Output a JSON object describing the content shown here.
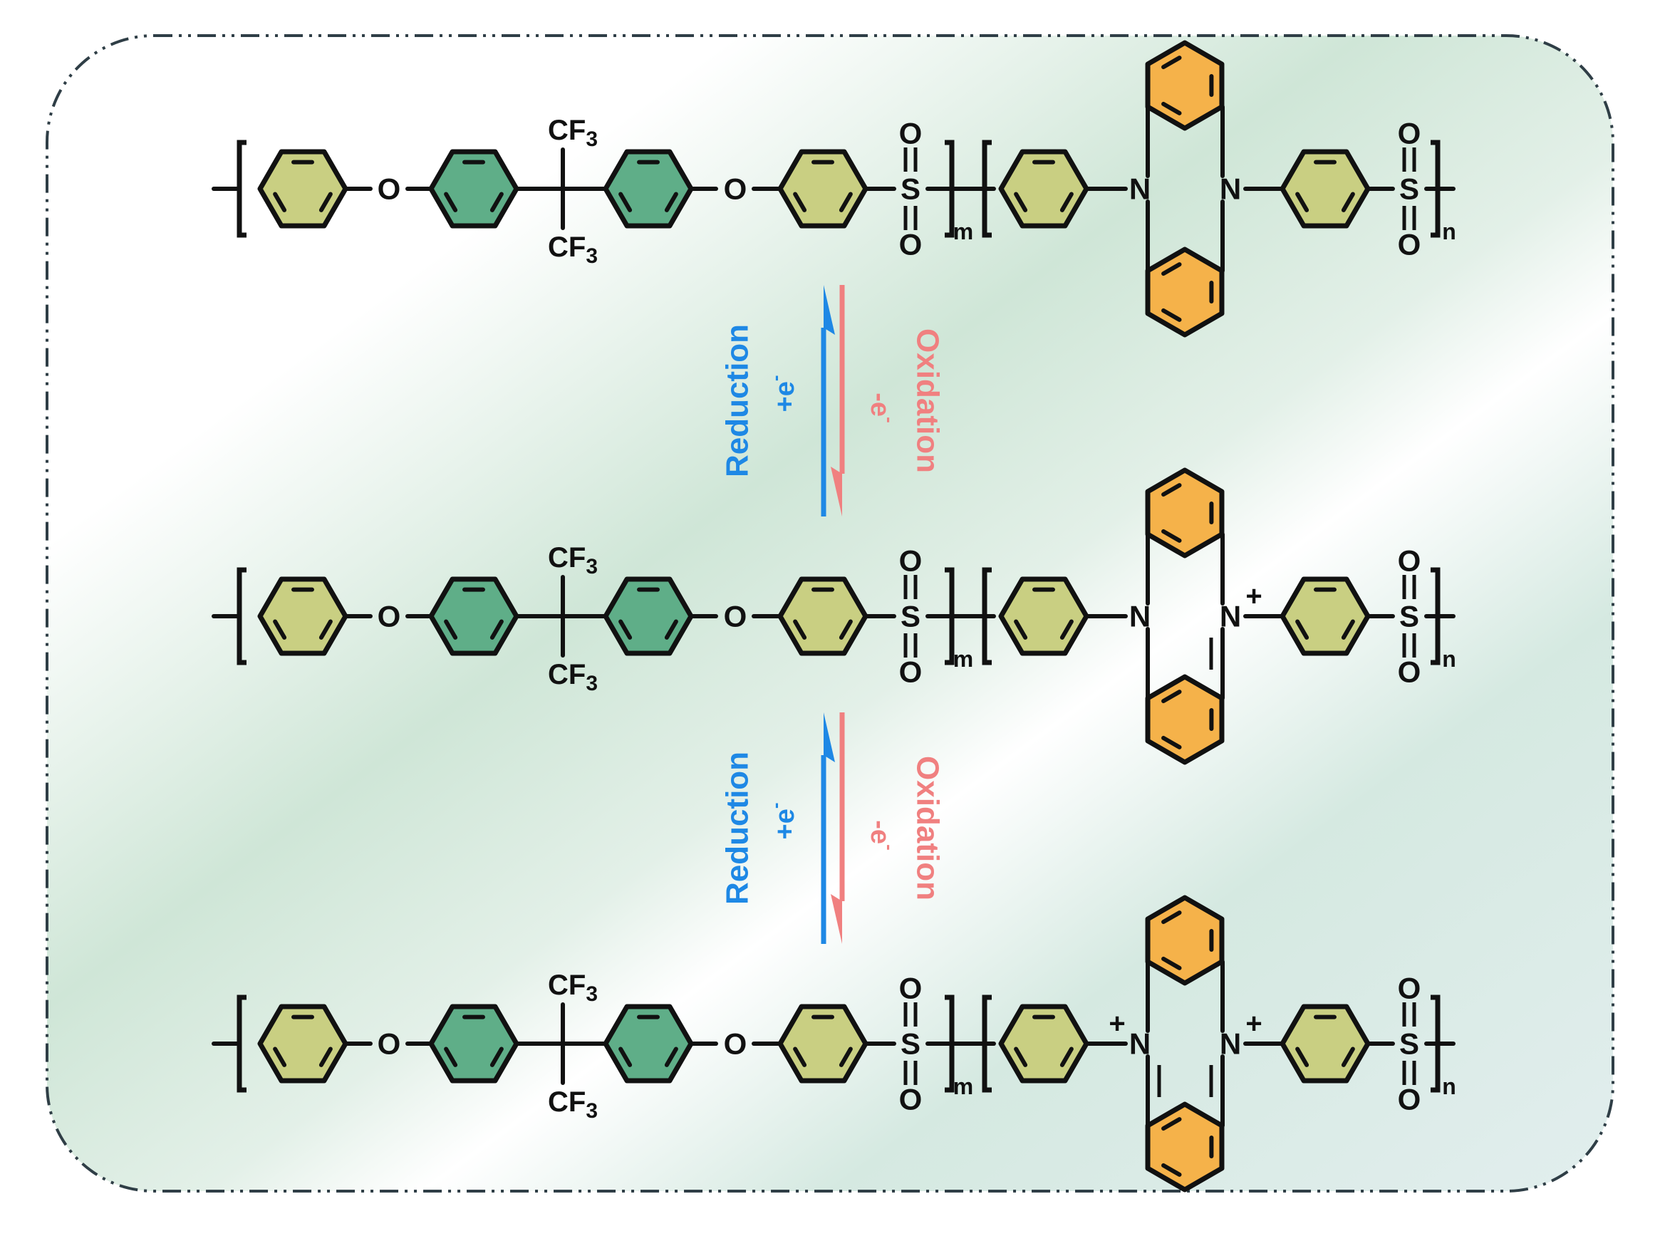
{
  "colors": {
    "ring_olive": "#c9cf82",
    "ring_green": "#5fae88",
    "ring_orange": "#f5b24a",
    "reduction": "#1e88e5",
    "oxidation": "#f08080",
    "frame": "#2f3e46",
    "background_tint": "#d8ebe0"
  },
  "atoms": {
    "ether_oxygen": "O",
    "sulfone_sulfur": "S",
    "sulfone_oxygen": "O",
    "nitrogen": "N",
    "cf3_main": "CF",
    "cf3_subscript": "3",
    "block_m": "m",
    "block_n": "n",
    "cation_charge": "+"
  },
  "structures": [
    {
      "state": "neutral",
      "charge_left_n": "",
      "charge_right_n": ""
    },
    {
      "state": "radical cation",
      "charge_left_n": "",
      "charge_right_n": "+"
    },
    {
      "state": "dication",
      "charge_left_n": "+",
      "charge_right_n": "+"
    }
  ],
  "equilibria": [
    {
      "reduction_label": "Reduction",
      "reduction_electron": "+e",
      "oxidation_label": "Oxidation",
      "oxidation_electron": "-e",
      "electron_superscript": "-"
    },
    {
      "reduction_label": "Reduction",
      "reduction_electron": "+e",
      "oxidation_label": "Oxidation",
      "oxidation_electron": "-e",
      "electron_superscript": "-"
    }
  ]
}
